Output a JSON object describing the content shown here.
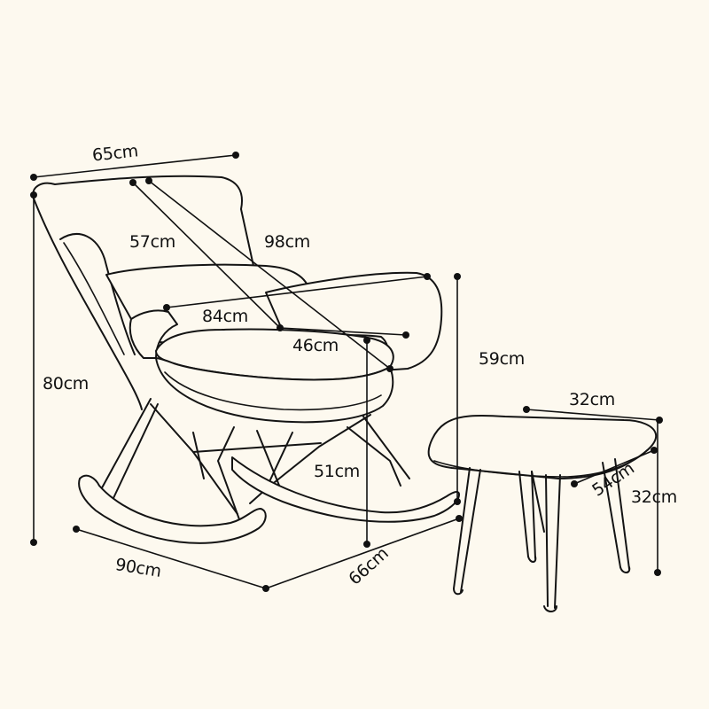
{
  "dimensions": {
    "chair_top_width": "65cm",
    "backrest_depth": "57cm",
    "backrest_diagonal": "98cm",
    "armrest_width": "84cm",
    "seat_depth": "46cm",
    "total_height": "80cm",
    "seat_height": "51cm",
    "arm_height": "59cm",
    "base_length": "90cm",
    "base_width": "66cm",
    "stool_width": "32cm",
    "stool_length": "54cm",
    "stool_height": "32cm"
  }
}
